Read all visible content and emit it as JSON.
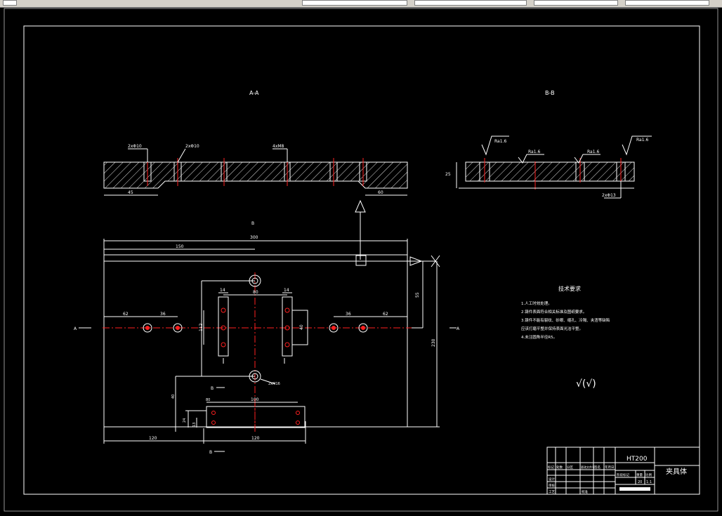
{
  "drawing": {
    "view_labels": {
      "section_a": "A-A",
      "section_b": "B-B",
      "plan_b_marker": "B",
      "left_a": "A",
      "right_a": "A",
      "bottom_b": "B"
    },
    "section_aa": {
      "callouts": [
        "2xΦ10",
        "2xΦ10",
        "4xM8"
      ],
      "dims": [
        "45",
        "60"
      ]
    },
    "section_bb": {
      "callouts": [
        "Ra1.6",
        "Ra1.6",
        "Ra1.6",
        "Ra1.6",
        "2xΦ13"
      ],
      "dims": [
        "25"
      ]
    },
    "plan_view": {
      "dims": {
        "overall_length": "300",
        "half_length": "150",
        "left_62": "62",
        "left_36": "36",
        "right_36": "36",
        "right_62": "62",
        "spacing_80": "80",
        "w14_left": "14",
        "w14_right": "14",
        "h112": "112",
        "h40": "40",
        "right_height": "230",
        "right_55": "55",
        "bottom_120a": "120",
        "bottom_120b": "120",
        "b_100": "100",
        "b_80": "80",
        "b_24": "24",
        "b_13": "13",
        "b_40": "40",
        "m16": "2xM16"
      }
    },
    "technical_requirements": {
      "title": "技术要求",
      "items": [
        "1.人工时效处理。",
        "2.铸件表面符合相关标准及图纸要求。",
        "3.铸件不能有裂纹、砂眼、缩孔、冷隔、夹渣等缺陷",
        "应该打磨平整并保持表面光洁平整。",
        "4.未注圆角半径R5。"
      ]
    },
    "roughness_symbol": "√(√)",
    "title_block": {
      "material": "HT200",
      "part_name": "夹具体",
      "scale": "1:1",
      "weight": "20",
      "header_labels": [
        "标记",
        "处数",
        "分区",
        "更改文件号",
        "签名",
        "年月日"
      ],
      "row_labels": [
        "设计",
        "审核",
        "工艺"
      ],
      "right_labels": [
        "阶段标记",
        "重量",
        "比例"
      ],
      "approve_label": "批准"
    }
  }
}
